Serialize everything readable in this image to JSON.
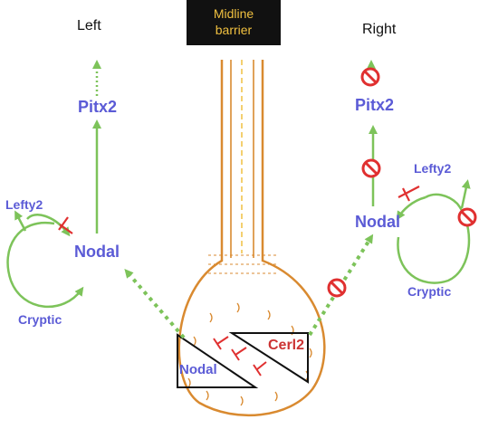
{
  "barrier": {
    "line1": "Midline",
    "line2": "barrier"
  },
  "left": {
    "side_label": "Left",
    "pitx2": "Pitx2",
    "nodal": "Nodal",
    "lefty2": "Lefty2",
    "cryptic": "Cryptic"
  },
  "right": {
    "side_label": "Right",
    "pitx2": "Pitx2",
    "nodal": "Nodal",
    "lefty2": "Lefty2",
    "cryptic": "Cryptic"
  },
  "node": {
    "nodal": "Nodal",
    "cerl2": "Cerl2"
  },
  "colors": {
    "arrow_green": "#7dc35a",
    "inhibit_red": "#e03030",
    "gene_blue": "#5b5bd6",
    "structure_orange": "#d98a30",
    "barrier_bg": "#111111",
    "barrier_text": "#f0c040"
  },
  "icons": {
    "block": "prohibition-icon"
  }
}
